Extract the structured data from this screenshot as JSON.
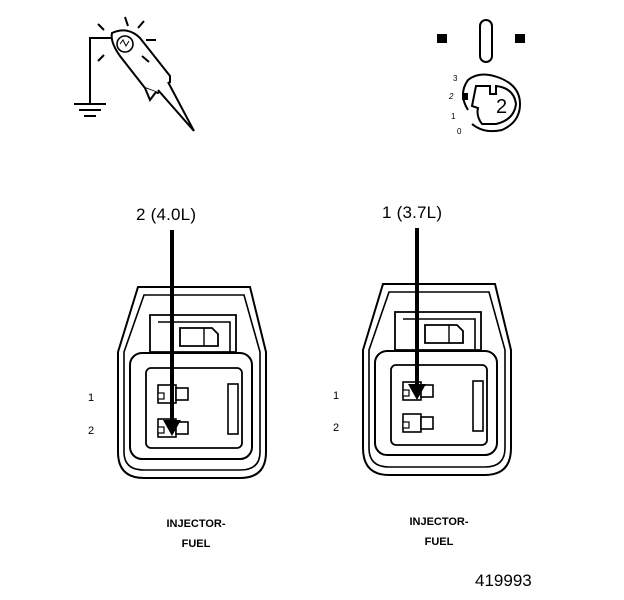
{
  "figure_number": "419993",
  "ignition": {
    "key_position": "2",
    "dial_positions": [
      "3",
      "2",
      "1",
      "0"
    ]
  },
  "connectors": [
    {
      "pin_callout": "2 (4.0L)",
      "pin_labels": [
        "1",
        "2"
      ],
      "name_line1": "INJECTOR-",
      "name_line2": "FUEL"
    },
    {
      "pin_callout": "1 (3.7L)",
      "pin_labels": [
        "1",
        "2"
      ],
      "name_line1": "INJECTOR-",
      "name_line2": "FUEL"
    }
  ]
}
